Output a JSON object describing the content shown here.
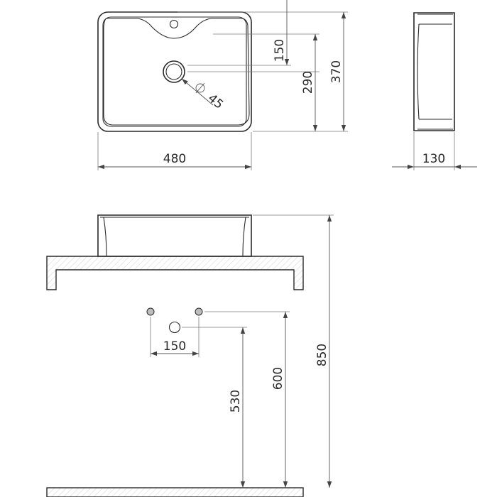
{
  "dimensions": {
    "top_width": "480",
    "side_depth": "130",
    "tap_hole_offset": "150",
    "drain_offset": "290",
    "total_depth": "370",
    "drain_diameter": "45",
    "valve_spacing": "150",
    "drain_height": "530",
    "supply_height": "600",
    "counter_height": "850"
  }
}
